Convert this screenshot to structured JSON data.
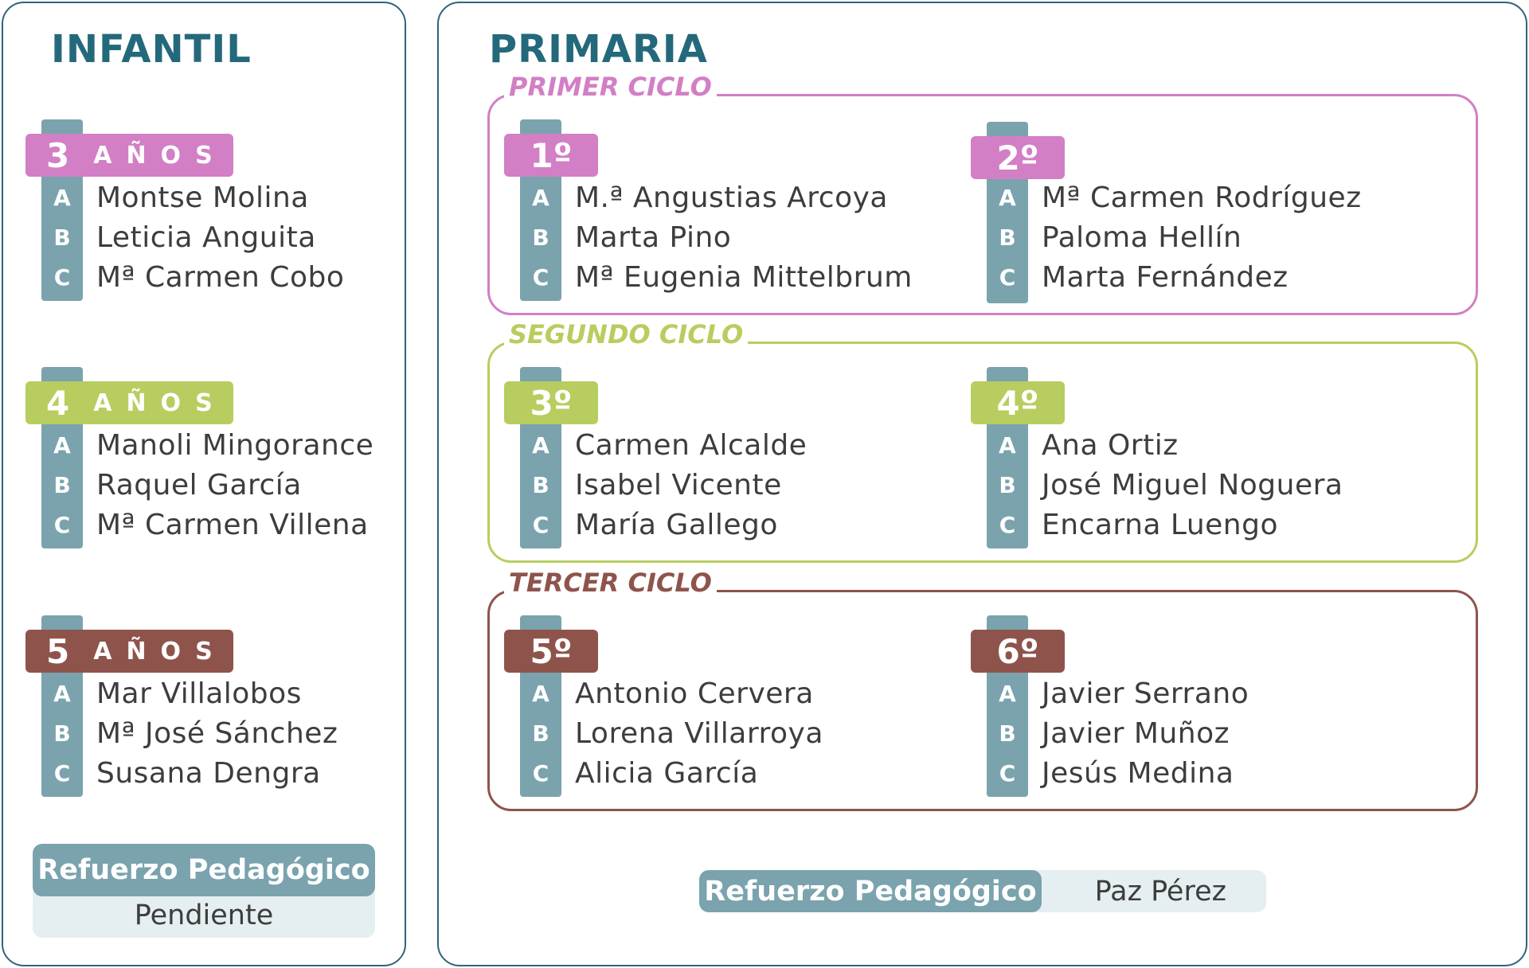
{
  "colors": {
    "border": "#2d6577",
    "title": "#24697b",
    "bar": "#7aa3ae",
    "support_bg": "#e5eff1",
    "pink": "#d27fc5",
    "green": "#b8cd5f",
    "brown": "#8e544c"
  },
  "infantil": {
    "title": "INFANTIL",
    "grades": [
      {
        "num": "3",
        "word": "AÑOS",
        "color": "#d27fc5",
        "teachers": [
          {
            "group": "A",
            "name": "Montse Molina"
          },
          {
            "group": "B",
            "name": "Leticia Anguita"
          },
          {
            "group": "C",
            "name": "Mª Carmen Cobo"
          }
        ]
      },
      {
        "num": "4",
        "word": "AÑOS",
        "color": "#b8cd5f",
        "teachers": [
          {
            "group": "A",
            "name": "Manoli Mingorance"
          },
          {
            "group": "B",
            "name": "Raquel García"
          },
          {
            "group": "C",
            "name": "Mª Carmen Villena"
          }
        ]
      },
      {
        "num": "5",
        "word": "AÑOS",
        "color": "#8e544c",
        "teachers": [
          {
            "group": "A",
            "name": "Mar Villalobos"
          },
          {
            "group": "B",
            "name": "Mª José Sánchez"
          },
          {
            "group": "C",
            "name": "Susana Dengra"
          }
        ]
      }
    ],
    "support": {
      "label": "Refuerzo Pedagógico",
      "value": "Pendiente"
    }
  },
  "primaria": {
    "title": "PRIMARIA",
    "cycles": [
      {
        "title": "PRIMER CICLO",
        "color": "#d27fc5",
        "grades": [
          {
            "num": "1º",
            "teachers": [
              {
                "group": "A",
                "name": "M.ª Angustias Arcoya"
              },
              {
                "group": "B",
                "name": "Marta Pino"
              },
              {
                "group": "C",
                "name": "Mª Eugenia Mittelbrum"
              }
            ]
          },
          {
            "num": "2º",
            "teachers": [
              {
                "group": "A",
                "name": "Mª Carmen Rodríguez"
              },
              {
                "group": "B",
                "name": "Paloma Hellín"
              },
              {
                "group": "C",
                "name": "Marta Fernández"
              }
            ]
          }
        ]
      },
      {
        "title": "SEGUNDO CICLO",
        "color": "#b8cd5f",
        "grades": [
          {
            "num": "3º",
            "teachers": [
              {
                "group": "A",
                "name": "Carmen Alcalde"
              },
              {
                "group": "B",
                "name": "Isabel Vicente"
              },
              {
                "group": "C",
                "name": "María Gallego"
              }
            ]
          },
          {
            "num": "4º",
            "teachers": [
              {
                "group": "A",
                "name": "Ana Ortiz"
              },
              {
                "group": "B",
                "name": "José Miguel Noguera"
              },
              {
                "group": "C",
                "name": "Encarna Luengo"
              }
            ]
          }
        ]
      },
      {
        "title": "TERCER CICLO",
        "color": "#8e544c",
        "grades": [
          {
            "num": "5º",
            "teachers": [
              {
                "group": "A",
                "name": "Antonio Cervera"
              },
              {
                "group": "B",
                "name": "Lorena Villarroya"
              },
              {
                "group": "C",
                "name": "Alicia García"
              }
            ]
          },
          {
            "num": "6º",
            "teachers": [
              {
                "group": "A",
                "name": "Javier Serrano"
              },
              {
                "group": "B",
                "name": "Javier Muñoz"
              },
              {
                "group": "C",
                "name": "Jesús Medina"
              }
            ]
          }
        ]
      }
    ],
    "support": {
      "label": "Refuerzo Pedagógico",
      "value": "Paz Pérez"
    }
  }
}
